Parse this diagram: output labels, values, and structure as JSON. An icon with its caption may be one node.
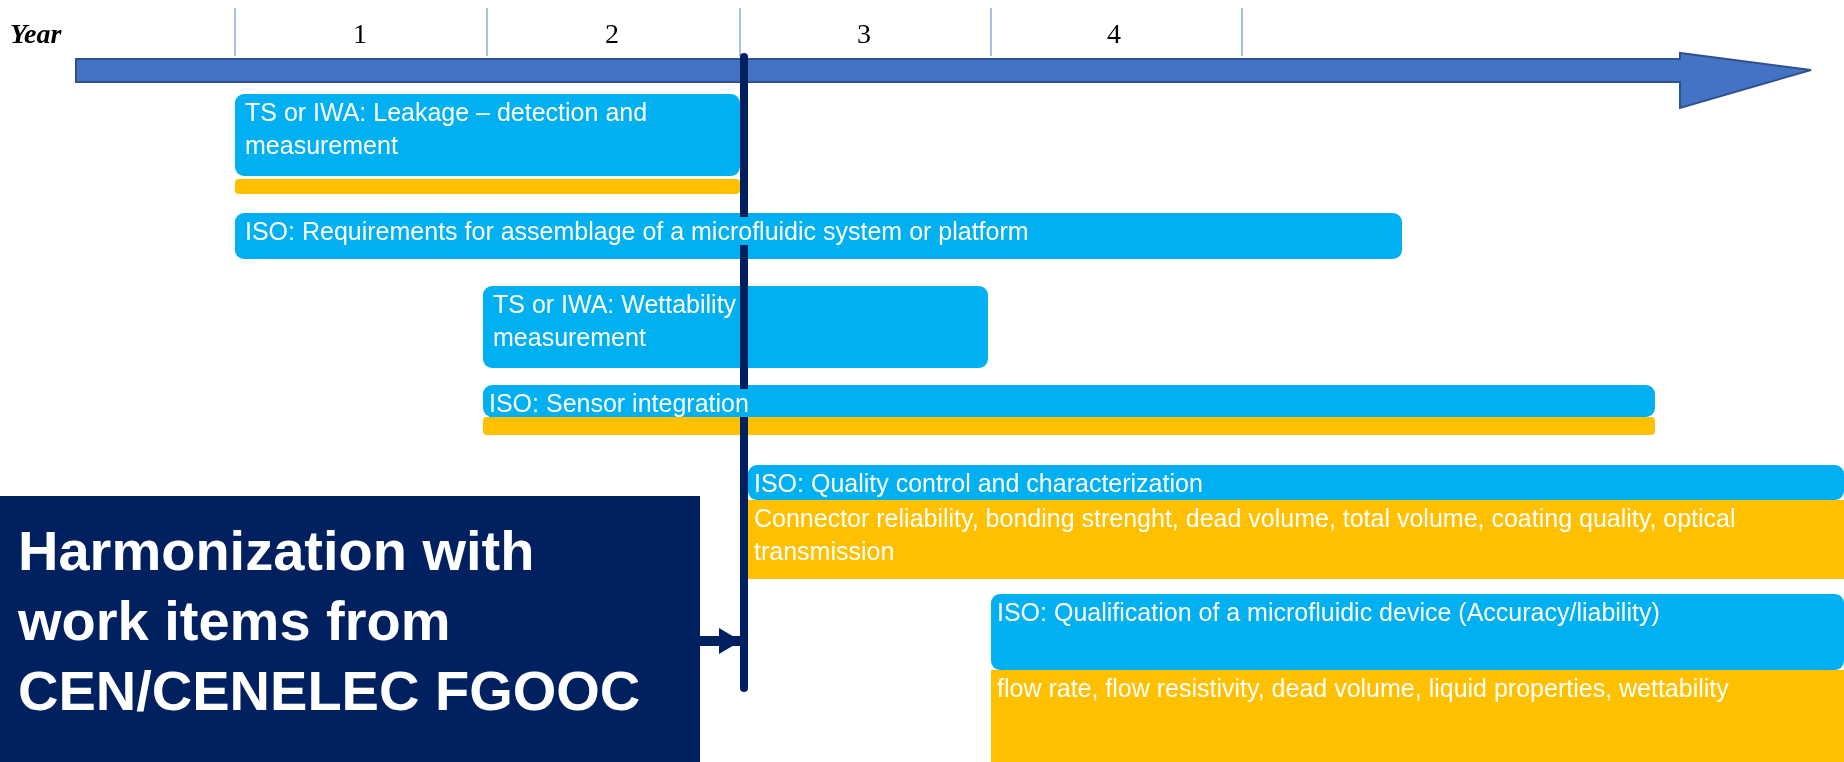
{
  "diagram": {
    "nodes": [
      {
        "text": [
          "TS or IWA: Leakage – detection and measurement"
        ]
      },
      {
        "text": [],
        "shape": "bar"
      },
      {
        "text": [
          "ISO: Requirements for assemblage of a microfluidic system or platform"
        ]
      },
      {
        "text": [
          "TS or IWA: Wettability measurement"
        ]
      },
      {
        "text": [
          "ISO: Sensor integration"
        ]
      },
      {
        "text": [],
        "shape": "bar"
      },
      {
        "text": [
          "ISO: Quality control and characterization"
        ]
      },
      {
        "text": [
          "Connector reliability, bonding strenght, dead volume, total volume, coating quality, optical transmission"
        ]
      },
      {
        "text": [
          "Harmonization with work items from CEN/CENELEC FGOOC"
        ]
      },
      {
        "text": [
          "ISO: Qualification of a microfluidic device (Accuracy/liability)"
        ]
      },
      {
        "text": [
          "flow rate, flow resistivity, dead volume, liquid properties, wettability"
        ]
      },
      {
        "text": [],
        "shape": "bar"
      }
    ],
    "edges": [
      {
        "from": 8,
        "to": 11,
        "arrow": "to"
      }
    ],
    "labels": [
      "Year",
      "1",
      "2",
      "3",
      "4"
    ]
  }
}
